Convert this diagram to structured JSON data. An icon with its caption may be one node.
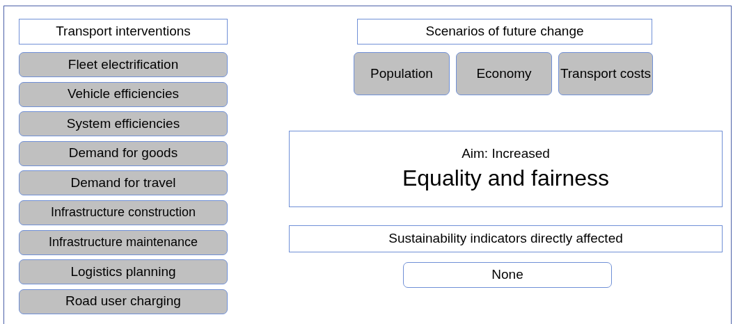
{
  "diagram": {
    "nodes": [
      {
        "text": [
          "Transport interventions"
        ]
      },
      {
        "text": [
          "Fleet electrification"
        ]
      },
      {
        "text": [
          "Vehicle efficiencies"
        ]
      },
      {
        "text": [
          "System efficiencies"
        ]
      },
      {
        "text": [
          "Demand for goods"
        ]
      },
      {
        "text": [
          "Demand for travel"
        ]
      },
      {
        "text": [
          "Infrastructure construction"
        ]
      },
      {
        "text": [
          "Infrastructure maintenance"
        ]
      },
      {
        "text": [
          "Logistics planning"
        ]
      },
      {
        "text": [
          "Road user charging"
        ]
      },
      {
        "text": [
          "Scenarios of future change"
        ]
      },
      {
        "text": [
          "Population"
        ]
      },
      {
        "text": [
          "Economy"
        ]
      },
      {
        "text": [
          "Transport costs"
        ]
      },
      {
        "text": [
          "Aim: Increased",
          "Equality and fairness"
        ]
      },
      {
        "text": [
          "Sustainability indicators directly affected"
        ]
      },
      {
        "text": [
          "None"
        ]
      }
    ]
  }
}
